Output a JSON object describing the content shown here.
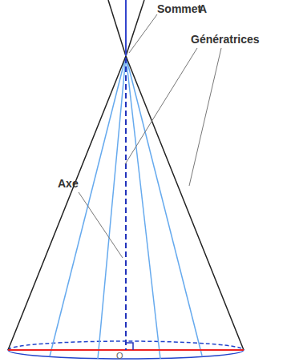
{
  "diagram": {
    "labels": [
      "Sommet",
      "A",
      "Génératrices",
      "Axe",
      "O"
    ]
  }
}
